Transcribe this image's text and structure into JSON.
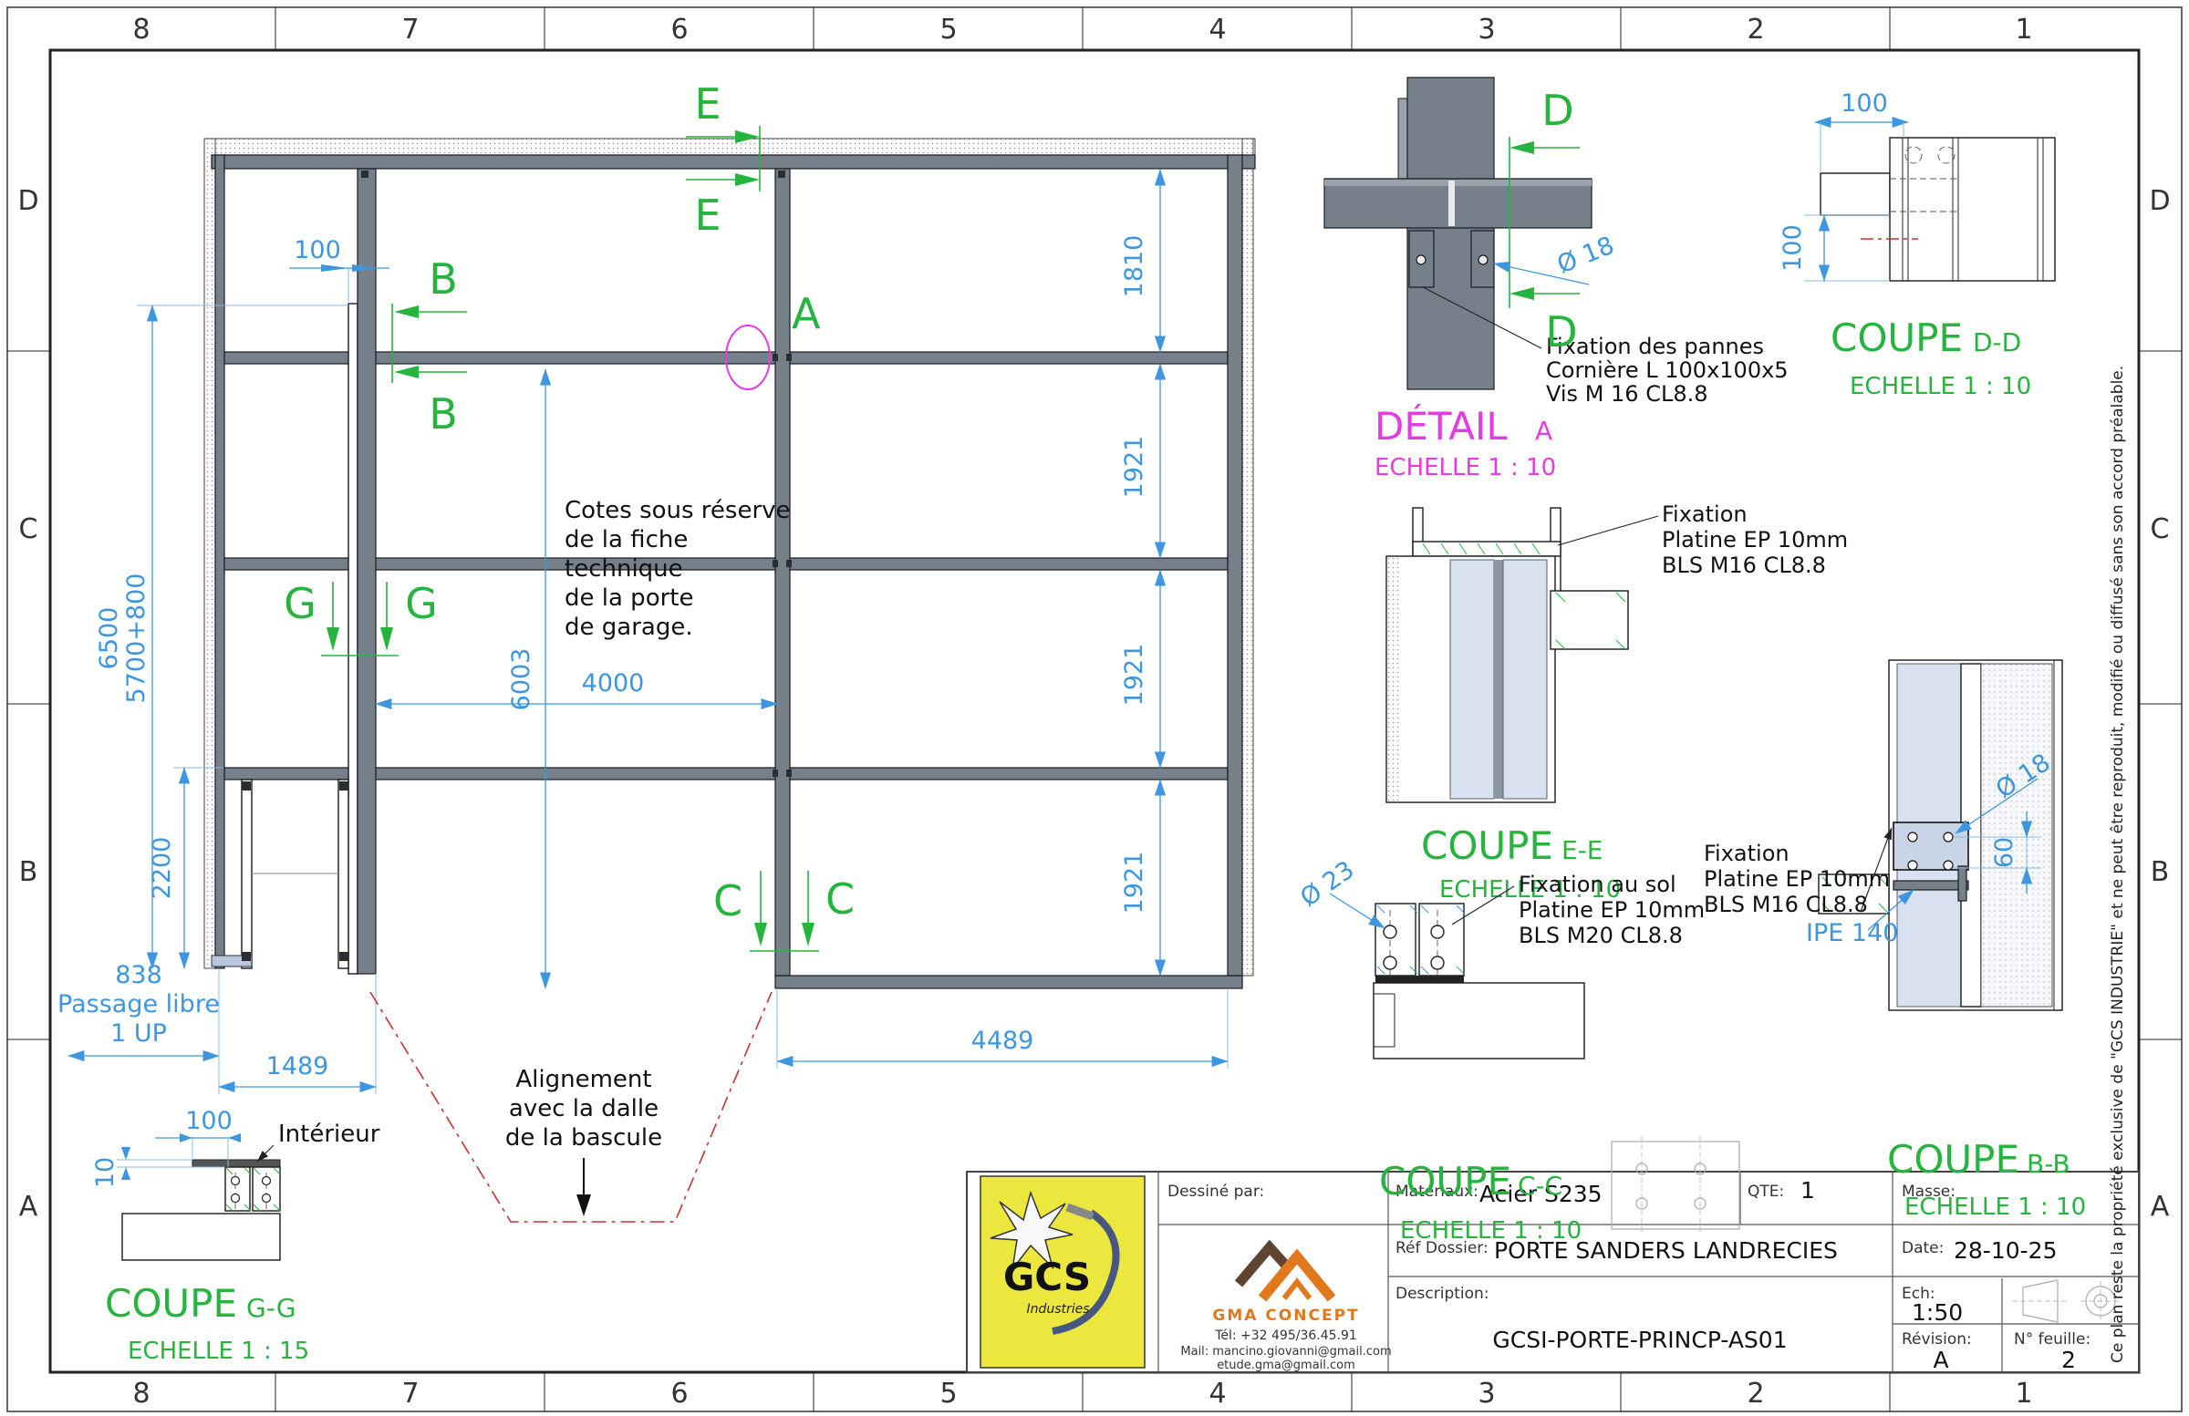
{
  "colors": {
    "dim_blue": "#3e96e0",
    "section_green": "#27b43e",
    "detail_magenta": "#e43ce4",
    "alignment_red": "#cc3030",
    "steel_gray": "#76808b",
    "panel_blue": "#d8e1f0",
    "logo_yellow": "#ece73f",
    "gma_orange": "#e2781e",
    "gma_brown": "#5f4430"
  },
  "border": {
    "cols": [
      "8",
      "7",
      "6",
      "5",
      "4",
      "3",
      "2",
      "1"
    ],
    "rows": [
      "D",
      "C",
      "B",
      "A"
    ]
  },
  "disclaimer": "Ce plan reste la propriété exclusive de \"GCS INDUSTRIE\" et ne peut être reproduit, modifié ou diffusé sans son accord préalable.",
  "main": {
    "note": [
      "Cotes sous réserve",
      "de la fiche",
      "technique",
      "de la porte",
      "de garage."
    ],
    "align_note": [
      "Alignement",
      "avec la dalle",
      "de la bascule"
    ],
    "passage": [
      "838",
      "Passage libre",
      "1 UP"
    ],
    "dims": {
      "w100": "100",
      "h6500": "6500",
      "h5700": "5700+800",
      "h2200": "2200",
      "w1489": "1489",
      "h6003": "6003",
      "w4000": "4000",
      "w4489": "4489",
      "h1810": "1810",
      "h1921": "1921"
    },
    "sections": {
      "e": "E",
      "b": "B",
      "g": "G",
      "c": "C"
    },
    "detail": "A"
  },
  "views": {
    "detail_a": {
      "kind": "DÉTAIL",
      "letter": "A",
      "scale": "ECHELLE 1 : 10",
      "note": [
        "Fixation des pannes",
        "Cornière L 100x100x5",
        "Vis M 16 CL8.8"
      ],
      "dia": "Ø 18",
      "marker": "D"
    },
    "dd": {
      "kind": "COUPE",
      "letter": "D-D",
      "scale": "ECHELLE 1 : 10",
      "w100": "100",
      "h100": "100"
    },
    "ee": {
      "kind": "COUPE",
      "letter": "E-E",
      "scale": "ECHELLE 1 : 10",
      "note": [
        "Fixation",
        "Platine EP 10mm",
        "BLS M16 CL8.8"
      ]
    },
    "cc": {
      "kind": "COUPE",
      "letter": "C-C",
      "scale": "ECHELLE 1 : 10",
      "note": [
        "Fixation au sol",
        "Platine EP 10mm",
        "BLS M20 CL8.8"
      ],
      "dia": "Ø 23"
    },
    "bb": {
      "kind": "COUPE",
      "letter": "B-B",
      "scale": "ECHELLE 1 : 10",
      "note": [
        "Fixation",
        "Platine EP 10mm",
        "BLS M16 CL8.8"
      ],
      "dia": "Ø 18",
      "d60": "60",
      "ipe": "IPE 140"
    },
    "gg": {
      "kind": "COUPE",
      "letter": "G-G",
      "scale": "ECHELLE 1 : 15",
      "interieur": "Intérieur",
      "w100": "100",
      "h10": "10"
    }
  },
  "titleblock": {
    "gcs": {
      "name": "GCS",
      "sub": "Industries"
    },
    "dessine_label": "Dessiné par:",
    "gma": {
      "brand": "GMA CONCEPT",
      "tel": "Tél: +32 495/36.45.91",
      "mail": "Mail: mancino.giovanni@gmail.com",
      "mail2": "etude.gma@gmail.com"
    },
    "materiaux_label": "Matériaux:",
    "materiaux": "Acier S235",
    "qte_label": "QTE:",
    "qte": "1",
    "masse_label": "Masse:",
    "ref_label": "Réf Dossier:",
    "ref": "PORTE SANDERS LANDRECIES",
    "date_label": "Date:",
    "date": "28-10-25",
    "desc_label": "Description:",
    "description": "GCSI-PORTE-PRINCP-AS01",
    "ech_label": "Ech:",
    "ech": "1:50",
    "rev_label": "Révision:",
    "revision": "A",
    "sheet_label": "N° feuille:",
    "sheet": "2"
  }
}
